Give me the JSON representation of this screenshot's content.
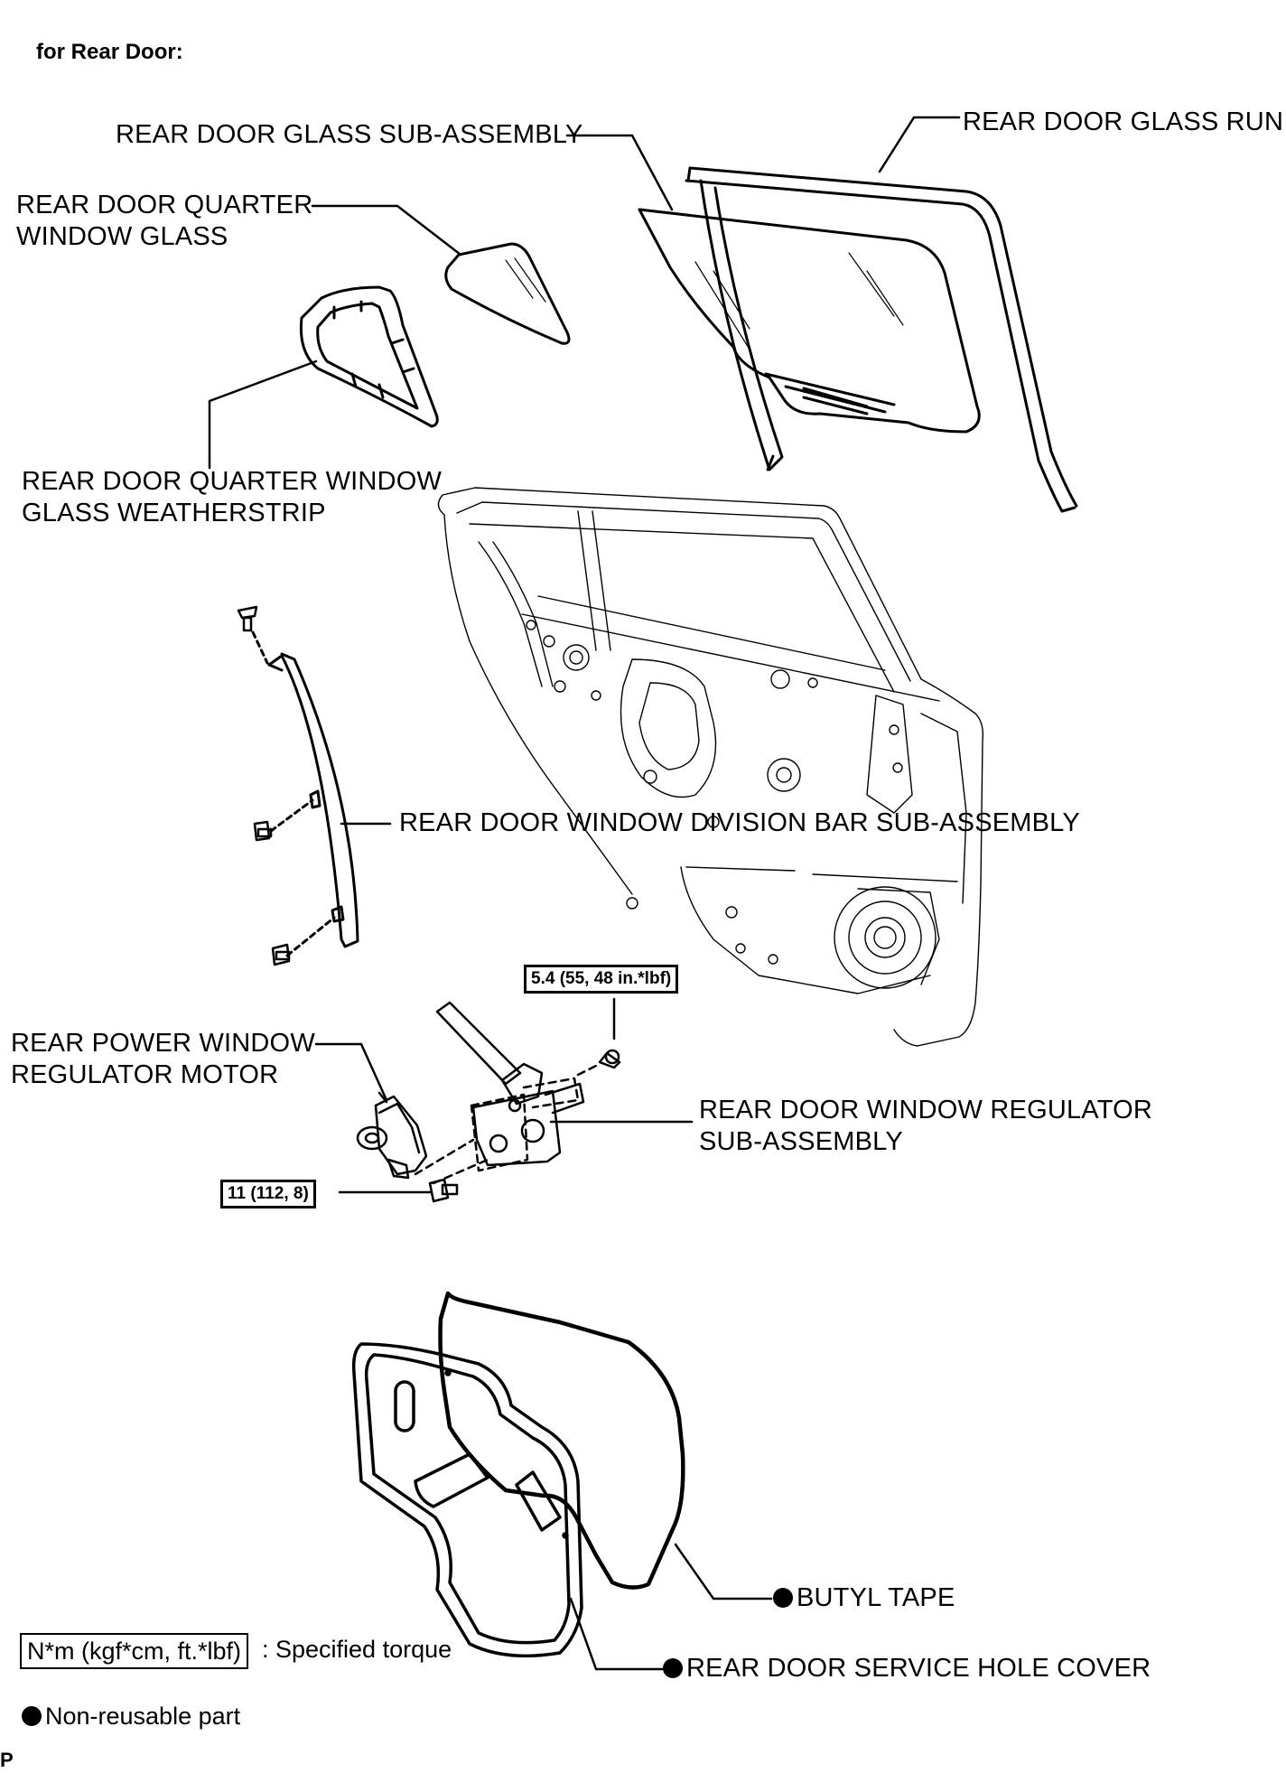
{
  "heading": "for Rear Door:",
  "labels": {
    "glass_sub_assembly": "REAR DOOR GLASS SUB-ASSEMBLY",
    "glass_run": "REAR DOOR GLASS RUN",
    "quarter_glass_line1": "REAR DOOR QUARTER",
    "quarter_glass_line2": "WINDOW GLASS",
    "quarter_weatherstrip_line1": "REAR DOOR QUARTER WINDOW",
    "quarter_weatherstrip_line2": "GLASS WEATHERSTRIP",
    "division_bar": "REAR DOOR WINDOW DIVISION BAR SUB-ASSEMBLY",
    "motor_line1": "REAR POWER WINDOW",
    "motor_line2": "REGULATOR MOTOR",
    "regulator_line1": "REAR DOOR WINDOW REGULATOR",
    "regulator_line2": "SUB-ASSEMBLY",
    "butyl_tape": "BUTYL TAPE",
    "service_hole_cover": "REAR DOOR SERVICE HOLE COVER"
  },
  "torques": {
    "regulator_bolt": "5.4 (55, 48 in.*lbf)",
    "lower_bolt": "11 (112, 8)"
  },
  "legend": {
    "torque_box": "N*m (kgf*cm, ft.*lbf)",
    "torque_text": ": Specified torque",
    "non_reusable": "Non-reusable part"
  },
  "footer_code": "P"
}
